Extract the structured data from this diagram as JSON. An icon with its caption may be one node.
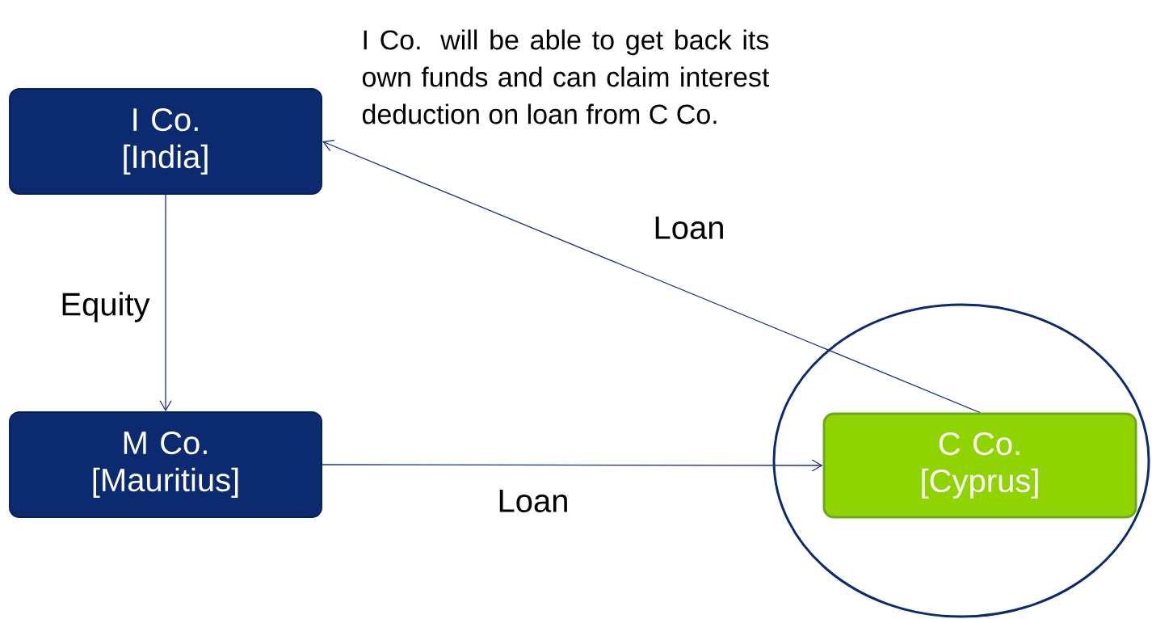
{
  "diagram": {
    "nodes": [
      {
        "text": [
          "I Co. [India]"
        ]
      },
      {
        "text": [
          "M Co. [Mauritius]"
        ]
      },
      {
        "text": [],
        "shape": "circle"
      },
      {
        "text": [
          "C Co. [Cyprus]"
        ],
        "in": 2
      }
    ],
    "edges": [
      {
        "from": 0,
        "to": 1,
        "arrow": "to",
        "label": "Equity"
      },
      {
        "from": 1,
        "to": 3,
        "arrow": "to",
        "label": "Loan"
      },
      {
        "from": 3,
        "to": 0,
        "arrow": "to",
        "label": "Loan"
      }
    ],
    "labels": [
      "I Co. will be able to get back its own funds  and can claim interest deduction on loan from C Co."
    ]
  }
}
